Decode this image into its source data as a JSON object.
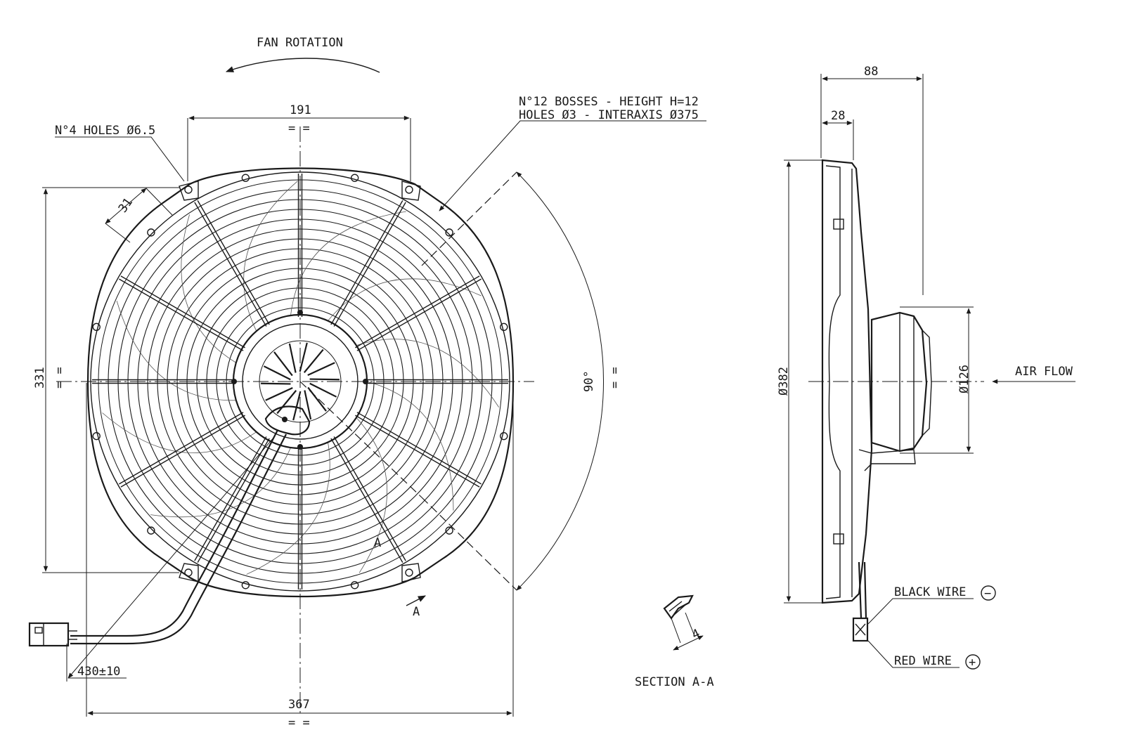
{
  "labels": {
    "fan_rotation": "FAN ROTATION",
    "holes_note": "N°4 HOLES Ø6.5",
    "bosses_line1": "N°12 BOSSES - HEIGHT H=12",
    "bosses_line2": "HOLES Ø3 - INTERAXIS Ø375",
    "air_flow": "AIR FLOW",
    "black_wire": "BLACK WIRE",
    "red_wire": "RED WIRE",
    "section": "SECTION A-A",
    "section_mark": "A",
    "sym": "= ="
  },
  "dimensions": {
    "top_width": "191",
    "hole_spacing": "31",
    "height": "331",
    "angle": "90°",
    "overall_width": "367",
    "cable_length": "430±10",
    "depth_total": "88",
    "depth_frame": "28",
    "fan_diameter": "Ø382",
    "motor_diameter": "Ø126",
    "section_dim": "4"
  },
  "symbols": {
    "minus": "−",
    "plus": "+"
  }
}
